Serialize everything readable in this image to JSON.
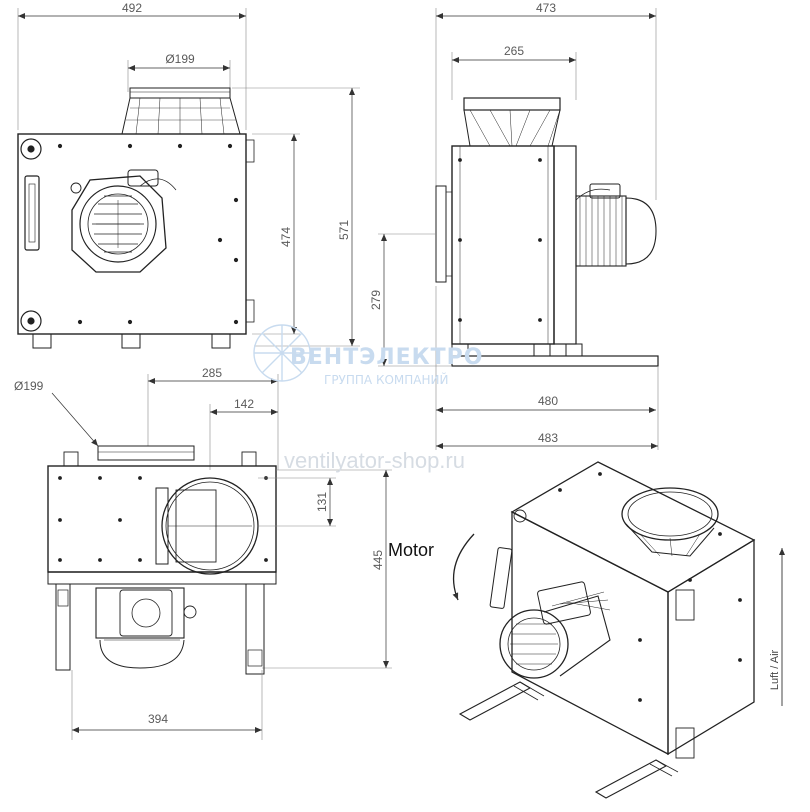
{
  "front_view": {
    "width_label": "492",
    "inlet_label": "Ø199",
    "height_body_label": "474",
    "height_total_label": "571"
  },
  "side_view": {
    "width_total_label": "473",
    "inlet_width_label": "265",
    "center_height_label": "279",
    "base_length_label": "480",
    "base_total_label": "483"
  },
  "top_view": {
    "inlet_label": "Ø199",
    "offset_label": "285",
    "center_label": "142",
    "outlet_offset_label": "131",
    "height_label": "445",
    "base_width_label": "394"
  },
  "iso_view": {
    "motor_label": "Motor",
    "airflow_label": "Luft / Air"
  },
  "watermark": {
    "brand": "ВЕНТЭЛЕКТРО",
    "subtitle": "ГРУППА КОМПАНИЙ",
    "url": "ventilyator-shop.ru",
    "color": "#c8dbef"
  }
}
